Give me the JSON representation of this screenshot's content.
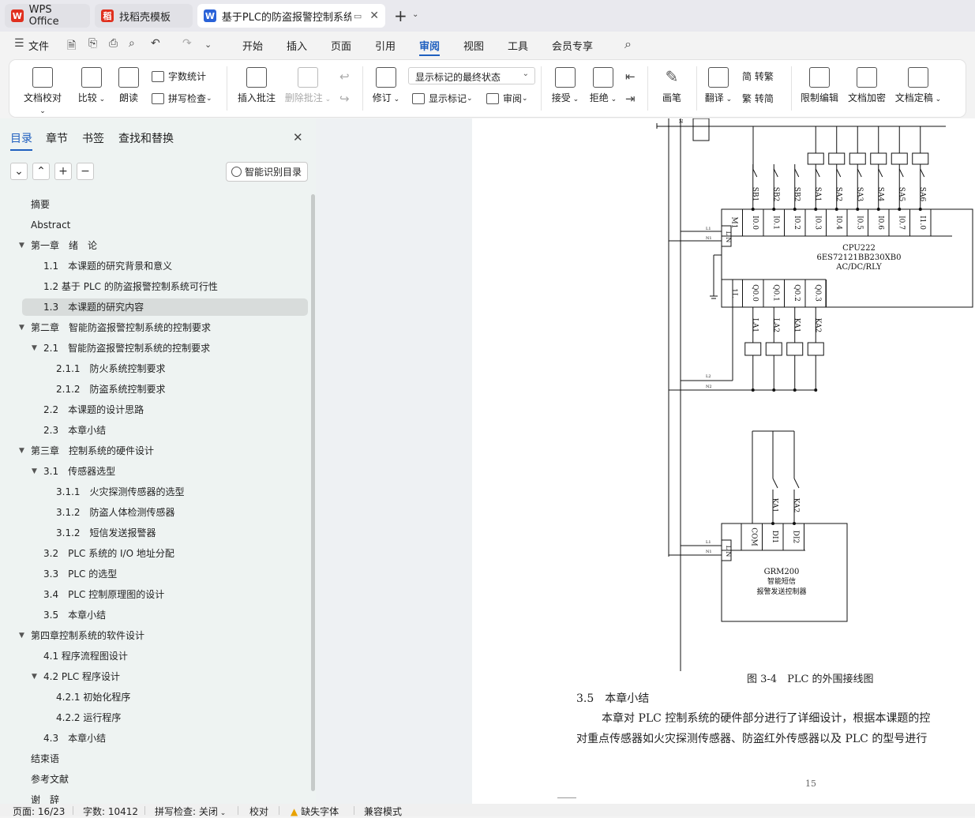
{
  "tabs": [
    {
      "label": "WPS Office",
      "icon": "wps-logo-icon",
      "color": "#e0301e"
    },
    {
      "label": "找稻壳模板",
      "icon": "docer-logo-icon",
      "color": "#e0301e"
    },
    {
      "label": "基于PLC的防盗报警控制系统设",
      "icon": "writer-logo-icon",
      "color": "#2a62d8"
    }
  ],
  "menu": {
    "file": "文件",
    "items": [
      "开始",
      "插入",
      "页面",
      "引用",
      "审阅",
      "视图",
      "工具",
      "会员专享"
    ],
    "active": "审阅",
    "accent": "#1f5fbf"
  },
  "ribbon": {
    "doc_proofread": "文档校对",
    "compare": "比较",
    "read_aloud": "朗读",
    "word_count": "字数统计",
    "spell_check": "拼写检查",
    "insert_comment": "插入批注",
    "delete_comment": "删除批注",
    "revise": "修订",
    "markup_state": "显示标记的最终状态",
    "show_markup": "显示标记",
    "review": "审阅",
    "accept": "接受",
    "reject": "拒绝",
    "ink": "画笔",
    "translate": "翻译",
    "to_traditional": "简 转繁",
    "to_simplified": "繁 转简",
    "restrict_edit": "限制编辑",
    "encrypt": "文档加密",
    "finalize": "文档定稿"
  },
  "nav": {
    "tabs": [
      "目录",
      "章节",
      "书签",
      "查找和替换"
    ],
    "active_tab": "目录",
    "smart_toc": "智能识别目录",
    "items": [
      {
        "label": "摘要",
        "level": 0,
        "arrow": false
      },
      {
        "label": "Abstract",
        "level": 0,
        "arrow": false
      },
      {
        "label": "第一章　绪　论",
        "level": 0,
        "arrow": true
      },
      {
        "label": "1.1　本课题的研究背景和意义",
        "level": 1,
        "arrow": false
      },
      {
        "label": "1.2  基于 PLC 的防盗报警控制系统可行性",
        "level": 1,
        "arrow": false
      },
      {
        "label": "1.3　本课题的研究内容",
        "level": 1,
        "arrow": false,
        "selected": true
      },
      {
        "label": "第二章　智能防盗报警控制系统的控制要求",
        "level": 0,
        "arrow": true
      },
      {
        "label": "2.1　智能防盗报警控制系统的控制要求",
        "level": 1,
        "arrow": true
      },
      {
        "label": "2.1.1　防火系统控制要求",
        "level": 2,
        "arrow": false
      },
      {
        "label": "2.1.2　防盗系统控制要求",
        "level": 2,
        "arrow": false
      },
      {
        "label": "2.2　本课题的设计思路",
        "level": 1,
        "arrow": false
      },
      {
        "label": "2.3　本章小结",
        "level": 1,
        "arrow": false
      },
      {
        "label": "第三章　控制系统的硬件设计",
        "level": 0,
        "arrow": true
      },
      {
        "label": "3.1　传感器选型",
        "level": 1,
        "arrow": true
      },
      {
        "label": "3.1.1　火灾探测传感器的选型",
        "level": 2,
        "arrow": false
      },
      {
        "label": "3.1.2　防盗人体检测传感器",
        "level": 2,
        "arrow": false
      },
      {
        "label": "3.1.2　短信发送报警器",
        "level": 2,
        "arrow": false
      },
      {
        "label": "3.2　PLC 系统的 I/O 地址分配",
        "level": 1,
        "arrow": false
      },
      {
        "label": "3.3　PLC 的选型",
        "level": 1,
        "arrow": false
      },
      {
        "label": "3.4　PLC 控制原理图的设计",
        "level": 1,
        "arrow": false
      },
      {
        "label": "3.5　本章小结",
        "level": 1,
        "arrow": false
      },
      {
        "label": "第四章控制系统的软件设计",
        "level": 0,
        "arrow": true
      },
      {
        "label": "4.1  程序流程图设计",
        "level": 1,
        "arrow": false
      },
      {
        "label": "4.2 PLC 程序设计",
        "level": 1,
        "arrow": true
      },
      {
        "label": "4.2.1  初始化程序",
        "level": 2,
        "arrow": false
      },
      {
        "label": "4.2.2  运行程序",
        "level": 2,
        "arrow": false
      },
      {
        "label": "4.3　本章小结",
        "level": 1,
        "arrow": false
      },
      {
        "label": "结束语",
        "level": 0,
        "arrow": false
      },
      {
        "label": "参考文献",
        "level": 0,
        "arrow": false
      },
      {
        "label": "谢　辞",
        "level": 0,
        "arrow": false
      }
    ]
  },
  "document": {
    "diagram": {
      "input_switches": [
        "SB1",
        "SB2",
        "SB2",
        "SA1",
        "SA2",
        "SA3",
        "SA4",
        "SA5",
        "SA6"
      ],
      "plc_inputs": [
        "M1",
        "I0.0",
        "I0.1",
        "I0.2",
        "I0.3",
        "I0.4",
        "I0.5",
        "I0.6",
        "I0.7",
        "I1.0"
      ],
      "plc_model": "CPU222",
      "plc_part": "6ES72121BB230XB0",
      "plc_type": "AC/DC/RLY",
      "plc_outputs": [
        "1L",
        "Q0.0",
        "Q0.1",
        "Q0.2",
        "Q0.3"
      ],
      "output_loads": [
        "LA1",
        "LA2",
        "KA1",
        "KA2"
      ],
      "gsm_inputs": [
        "COM",
        "DI1",
        "DI2"
      ],
      "gsm_contacts": [
        "KA1",
        "KA2"
      ],
      "gsm_model": "GRM200",
      "gsm_name1": "智能短信",
      "gsm_name2": "报警发送控制器",
      "power_labels": {
        "l1": "L1",
        "n1": "N1",
        "l2": "L2",
        "n2": "N2",
        "n": "N",
        "ln": "L N"
      }
    },
    "figure_caption": "图 3-4　PLC 的外围接线图",
    "section_heading": "3.5　本章小结",
    "para_line1": "本章对 PLC 控制系统的硬件部分进行了详细设计，根据本课题的控",
    "para_line2": "对重点传感器如火灾探测传感器、防盗红外传感器以及 PLC 的型号进行",
    "page_number": "15"
  },
  "status": {
    "page": "页面: 16/23",
    "words": "字数: 10412",
    "spell": "拼写检查: 关闭",
    "proof": "校对",
    "missing_font": "缺失字体",
    "compat": "兼容模式"
  }
}
